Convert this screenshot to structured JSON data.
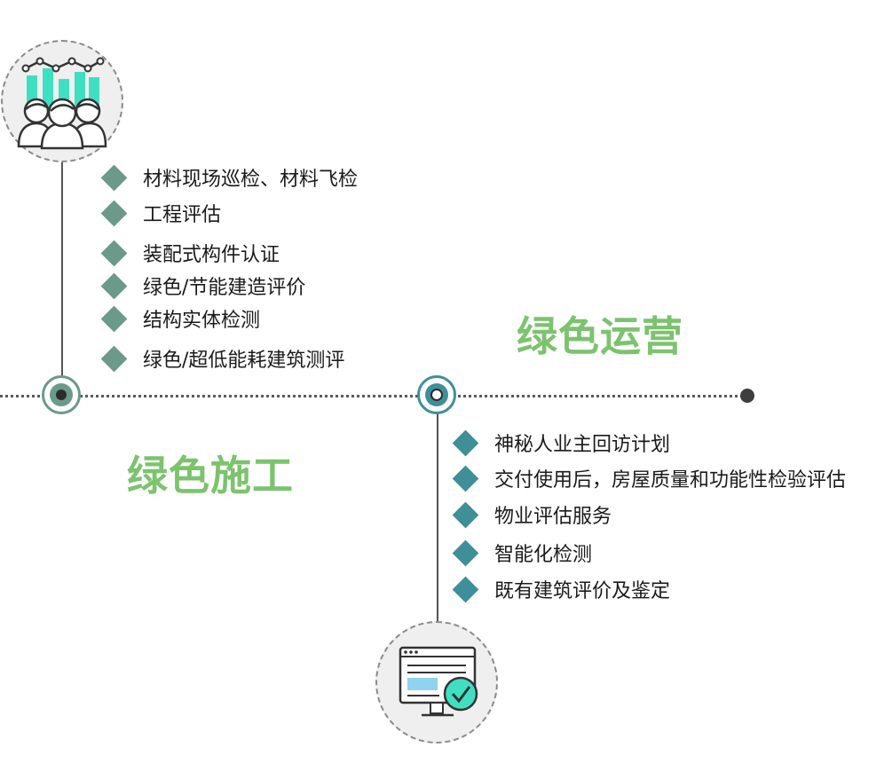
{
  "stages": [
    {
      "title": "绿色施工",
      "icon": "team-analytics-icon",
      "items": [
        "材料现场巡检、材料飞检",
        "工程评估",
        "装配式构件认证",
        "绿色/节能建造评价",
        "结构实体检测",
        "绿色/超低能耗建筑测评"
      ]
    },
    {
      "title": "绿色运营",
      "icon": "monitor-check-icon",
      "items": [
        "神秘人业主回访计划",
        "交付使用后，房屋质量和功能性检验评估",
        "物业评估服务",
        "智能化检测",
        "既有建筑评价及鉴定"
      ]
    }
  ],
  "colors": {
    "title_green": "#7cc36e",
    "diamond_sage": "#6b9a8b",
    "diamond_teal": "#3f8f98"
  }
}
